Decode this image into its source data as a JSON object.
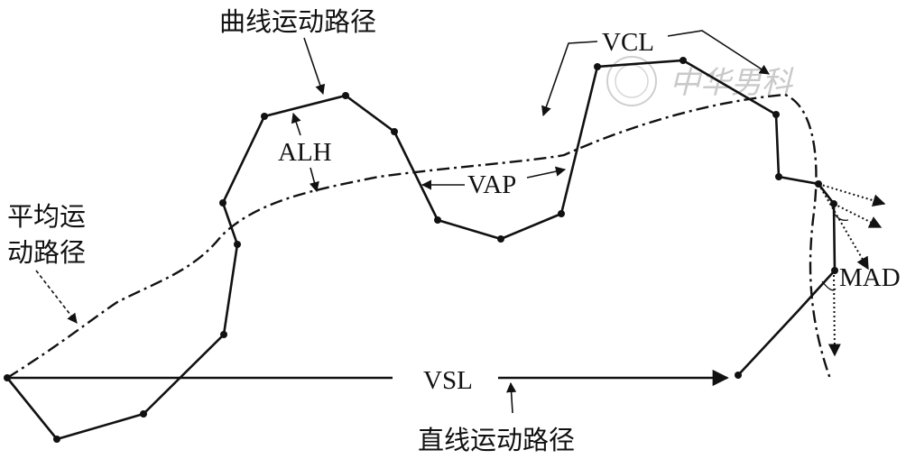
{
  "labels": {
    "curvilinear_path": "曲线运动路径",
    "vcl": "VCL",
    "alh": "ALH",
    "vap": "VAP",
    "average_path_line1": "平均运",
    "average_path_line2": "动路径",
    "vsl": "VSL",
    "straight_path": "直线运动路径",
    "mad": "MAD",
    "watermark": "中华男科"
  },
  "colors": {
    "ink": "#111111",
    "watermark": "#c9c9c9"
  }
}
